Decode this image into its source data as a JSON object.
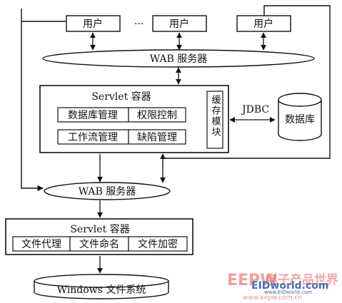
{
  "diagram": {
    "user_labels": [
      "用户",
      "用户",
      "用户"
    ],
    "ellipsis": "···",
    "server_top": "WAB 服务器",
    "servlet_top": {
      "title": "Servlet 容器",
      "modules": [
        "数据库管理",
        "权限控制",
        "工作流管理",
        "缺陷管理"
      ],
      "cache": "缓存模块"
    },
    "jdbc": "JDBC",
    "database": "数据库",
    "server_bottom": "WAB 服务器",
    "servlet_bottom": {
      "title": "Servlet 容器",
      "modules": [
        "文件代理",
        "文件命名",
        "文件加密"
      ]
    },
    "filesystem": "Windows 文件系统"
  },
  "watermark": {
    "logo": "EEPW",
    "cn": "电子产品世界",
    "brand": "EIDworld.com",
    "site": "www.eepw.com.cn",
    "brand2": "www.EIDworld.com"
  },
  "colors": {
    "line": "#111111",
    "watermark_red": "#e0463c",
    "watermark_blue": "#2a55a8"
  }
}
